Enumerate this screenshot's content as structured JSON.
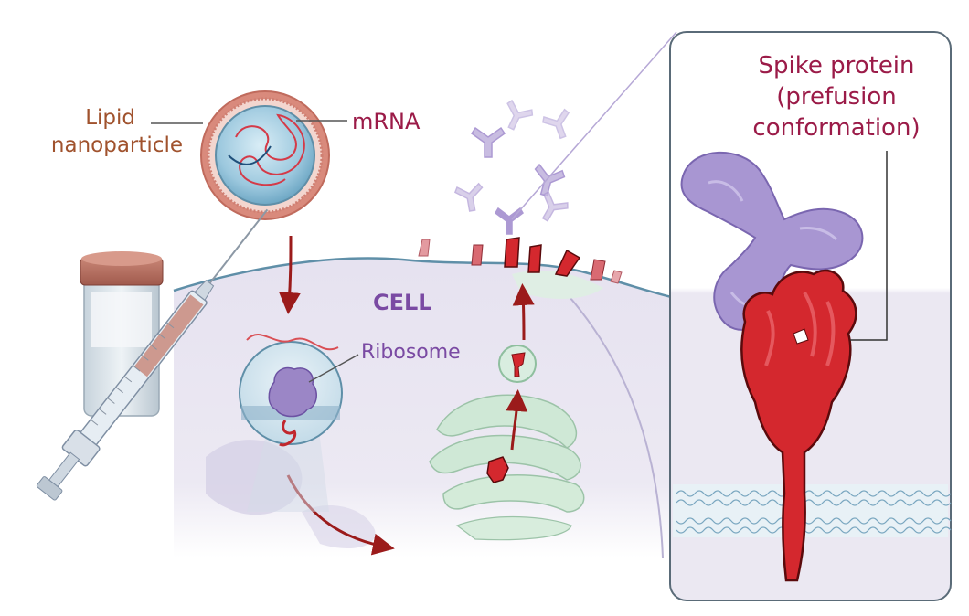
{
  "labels": {
    "lipid_line1": "Lipid",
    "lipid_line2": "nanoparticle",
    "mrna": "mRNA",
    "cell": "CELL",
    "ribosome": "Ribosome",
    "spike_line1": "Spike protein",
    "spike_line2": "(prefusion",
    "spike_line3": "conformation)"
  },
  "colors": {
    "label_brown": "#a0522d",
    "label_maroon": "#9b1b48",
    "label_purple": "#7a4aa3",
    "cell_fill": "#e4e0ef",
    "membrane_stroke": "#5f8fa8",
    "spike_red": "#d4282e",
    "antibody_purple": "#a48fcf",
    "golgi_green": "#cfe8d6",
    "arrow_red": "#9b1b1b"
  },
  "icons": {
    "vial": "vaccine-vial-icon",
    "syringe": "syringe-icon",
    "nanoparticle": "lipid-nanoparticle-icon",
    "antibody": "antibody-icon",
    "spike": "spike-protein-icon"
  }
}
